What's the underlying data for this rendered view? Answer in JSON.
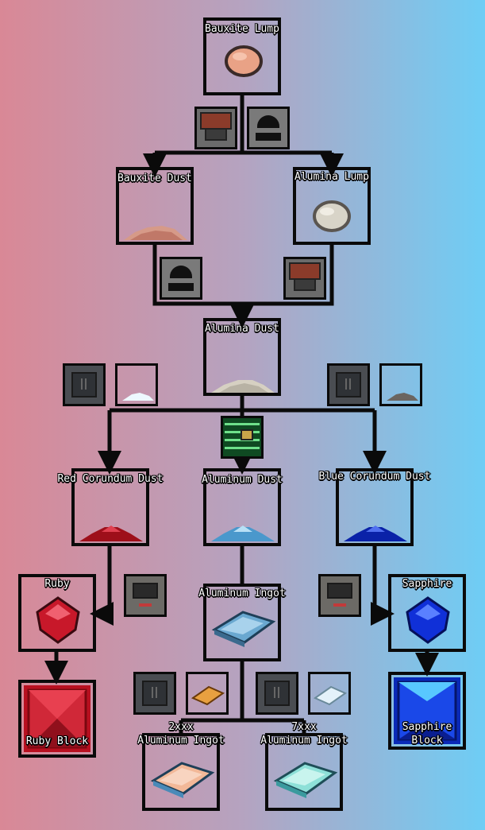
{
  "labels": {
    "bauxite_lump": "Bauxite Lump",
    "bauxite_dust": "Bauxite Dust",
    "alumina_lump": "Alumina Lump",
    "alumina_dust": "Alumina Dust",
    "red_corundum_dust": "Red Corundum Dust",
    "aluminum_dust": "Aluminum Dust",
    "blue_corundum_dust": "Blue Corundum Dust",
    "ruby": "Ruby",
    "aluminum_ingot": "Aluminum Ingot",
    "sapphire": "Sapphire",
    "ruby_block": "Ruby Block",
    "sapphire_block_1": "Sapphire",
    "sapphire_block_2": "Block",
    "ingot_2x_1": "2xxx",
    "ingot_2x_2": "Aluminum Ingot",
    "ingot_7x_1": "7xxx",
    "ingot_7x_2": "Aluminum Ingot"
  },
  "colors": {
    "bg_left": "#d98896",
    "bg_mid": "#b5a3c0",
    "bg_right": "#6ecdf5",
    "line": "#0a0a0a",
    "bauxite": "#e8a08a",
    "alumina": "#d8d4c8",
    "red_corundum": "#b0161e",
    "aluminum_dust": "#5aa8d8",
    "blue_corundum": "#0a2ab8",
    "ruby": "#c8182a",
    "sapphire": "#1030d8",
    "ingot": "#6aa8d0",
    "ingot_2x": "#f2b898",
    "ingot_7x": "#8ee0d8"
  },
  "icons": {
    "furnace": "furnace-machine-icon",
    "crusher": "crusher-machine-icon",
    "press": "press-machine-icon",
    "circuit": "circuit-board-icon",
    "smelter": "smelter-machine-icon"
  }
}
